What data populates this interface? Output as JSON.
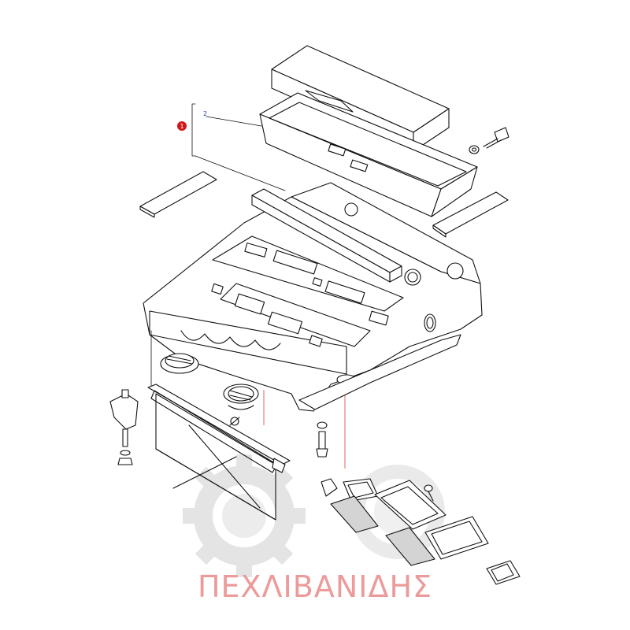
{
  "callouts": [
    {
      "label": "1",
      "color": "#d01818"
    },
    {
      "label": "2",
      "color": "#2a3bb0"
    }
  ],
  "watermark": {
    "text": "ΠΕΧΛΙΒΑΝΙΔΗΣ",
    "color": "#ec9a9a",
    "gear_color": "#e4e4e4"
  },
  "colors": {
    "line": "#111111",
    "fill": "#ffffff"
  }
}
